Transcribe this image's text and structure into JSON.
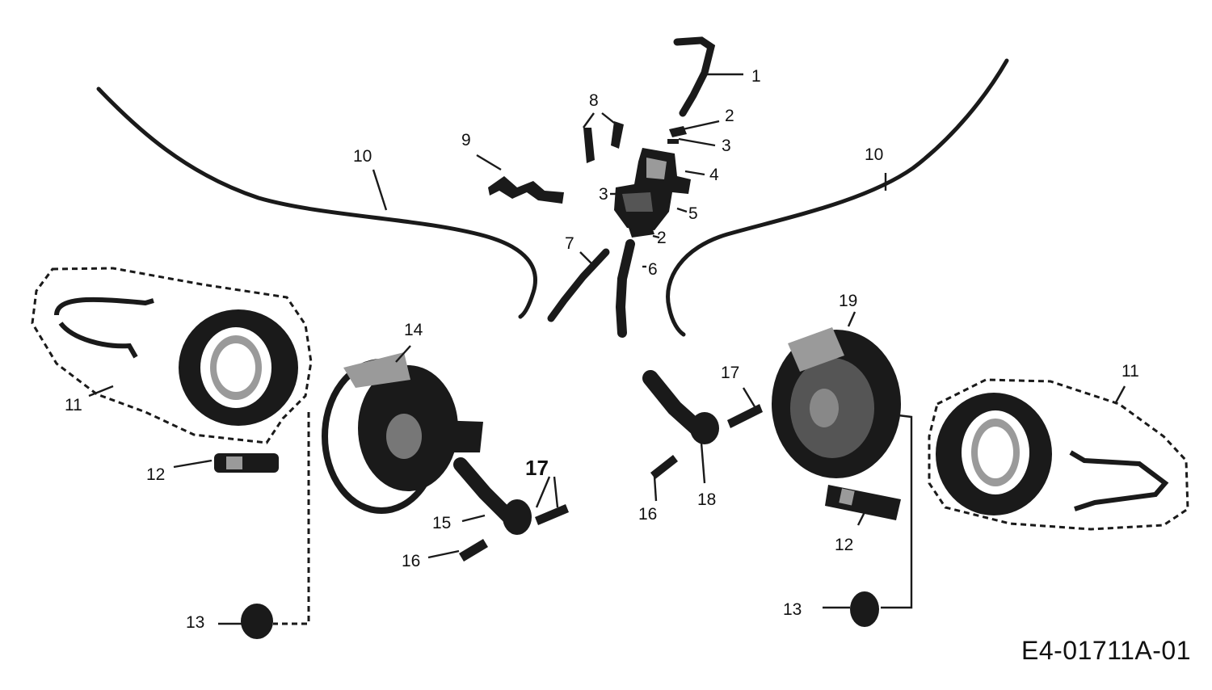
{
  "diagram": {
    "document_code": "E4-01711A-01",
    "callouts": {
      "c1": "1",
      "c2a": "2",
      "c2b": "2",
      "c3a": "3",
      "c3b": "3",
      "c4": "4",
      "c5": "5",
      "c6": "6",
      "c7": "7",
      "c8": "8",
      "c9": "9",
      "c10a": "10",
      "c10b": "10",
      "c11a": "11",
      "c11b": "11",
      "c12a": "12",
      "c12b": "12",
      "c13a": "13",
      "c13b": "13",
      "c14": "14",
      "c15": "15",
      "c16a": "16",
      "c16b": "16",
      "c17a": "17",
      "c17b": "17",
      "c18": "18",
      "c19": "19"
    }
  }
}
